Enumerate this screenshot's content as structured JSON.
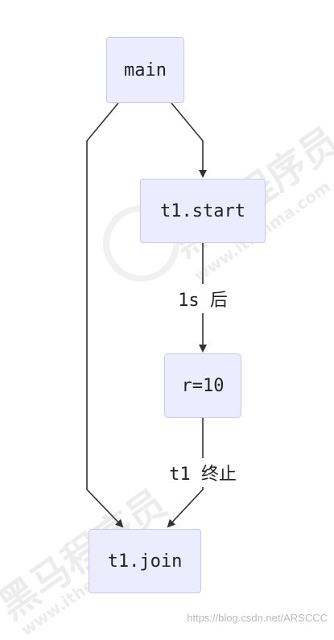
{
  "nodes": {
    "main": "main",
    "start": "t1.start",
    "assign": "r=10",
    "join": "t1.join"
  },
  "edges": {
    "label_after_start": "1s 后",
    "label_after_assign": "t1 终止"
  },
  "watermark": {
    "brand": "黑马程序员",
    "domain": "www.itheima.com"
  },
  "footer": {
    "source": "https://blog.csdn.net/ARSCCC"
  },
  "colors": {
    "node_fill": "#ececfe",
    "node_border": "#c9c9f0",
    "edge": "#333333"
  }
}
